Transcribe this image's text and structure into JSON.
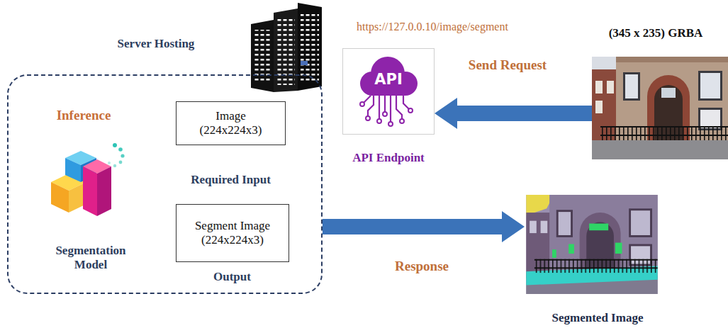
{
  "diagram": {
    "nodes": [
      {
        "text": [
          "Server Hosting"
        ]
      },
      {
        "text": [
          "Image (224x224x3)",
          "Required Input"
        ],
        "in": 0
      },
      {
        "text": [
          "Segment Image (224x224x3)",
          "Output"
        ],
        "in": 0
      },
      {
        "text": [
          "API",
          "API Endpoint"
        ]
      },
      {
        "text": [
          "(345 x 235) GRBA"
        ]
      },
      {
        "text": [
          "Segmented Image"
        ]
      }
    ],
    "edges": [
      {
        "from": 4,
        "to": 3,
        "arrow": "to",
        "label": "Send Request"
      },
      {
        "from": 0,
        "to": 5,
        "arrow": "to",
        "label": "Response"
      }
    ],
    "labels": [
      "https://127.0.0.10/image/segment",
      "Inference",
      "Segmentation Model"
    ]
  }
}
